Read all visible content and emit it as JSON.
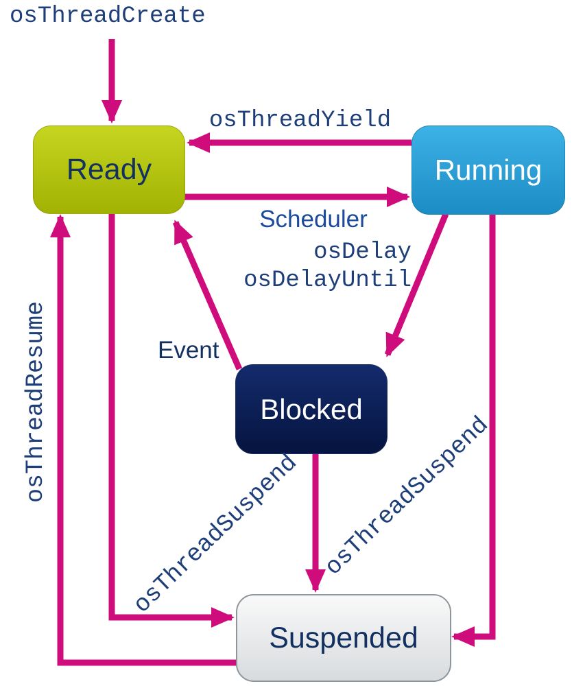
{
  "states": {
    "ready": {
      "label": "Ready"
    },
    "running": {
      "label": "Running"
    },
    "blocked": {
      "label": "Blocked"
    },
    "suspended": {
      "label": "Suspended"
    }
  },
  "transitions": {
    "create": {
      "label": "osThreadCreate",
      "to": "Ready"
    },
    "yield": {
      "label": "osThreadYield",
      "from": "Running",
      "to": "Ready"
    },
    "scheduler": {
      "label": "Scheduler",
      "from": "Ready",
      "to": "Running"
    },
    "delay": {
      "label": "osDelay",
      "from": "Running",
      "to": "Blocked"
    },
    "delay_until": {
      "label": "osDelayUntil",
      "from": "Running",
      "to": "Blocked"
    },
    "event": {
      "label": "Event",
      "from": "Blocked",
      "to": "Ready"
    },
    "block_suspend": {
      "label": "osThreadSuspend",
      "from": "Blocked",
      "to": "Suspended"
    },
    "ready_suspend": {
      "label": "osThreadSuspend",
      "from": "Ready",
      "to": "Suspended"
    },
    "run_suspend": {
      "label": "osThreadSuspend",
      "from": "Running",
      "to": "Suspended"
    },
    "resume": {
      "label": "osThreadResume",
      "from": "Suspended",
      "to": "Ready"
    }
  },
  "colors": {
    "arrow": "#cf0c7c",
    "text_code": "#1e3e79",
    "text_label": "#1c4a9c",
    "node_text_dark": "#133160",
    "ready_top": "#c6d51f",
    "ready_bottom": "#a2b203",
    "running_top": "#3cb2e6",
    "running_bottom": "#1c8cc5",
    "blocked_top": "#142b6d",
    "blocked_bottom": "#05143f",
    "suspended_top": "#f9f9f9",
    "suspended_bottom": "#d8dbde",
    "suspended_border": "#8e959b"
  }
}
